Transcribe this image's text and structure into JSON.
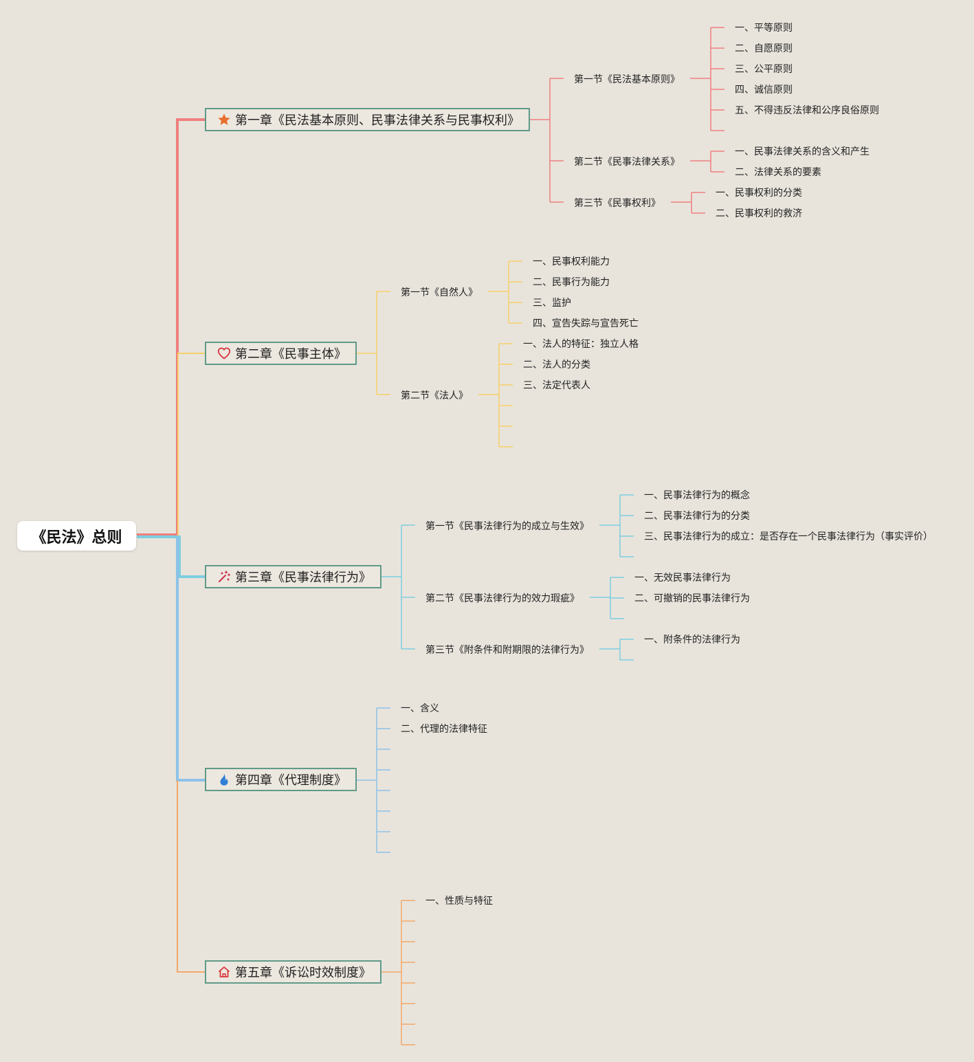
{
  "root": {
    "title": "《民法》总则"
  },
  "chapters": [
    {
      "title": "第一章《民法基本原则、民事法律关系与民事权利》",
      "icon": "star-icon",
      "color": "#ef7f7f",
      "sections": [
        {
          "title": "第一节《民法基本原则》",
          "items": [
            "一、平等原则",
            "二、自愿原则",
            "三、公平原则",
            "四、诚信原则",
            "五、不得违反法律和公序良俗原则",
            ""
          ]
        },
        {
          "title": "第二节《民事法律关系》",
          "items": [
            "一、民事法律关系的含义和产生",
            "二、法律关系的要素"
          ]
        },
        {
          "title": "第三节《民事权利》",
          "items": [
            "一、民事权利的分类",
            "二、民事权利的救济"
          ]
        }
      ]
    },
    {
      "title": "第二章《民事主体》",
      "icon": "heart-icon",
      "color": "#f7cf6a",
      "sections": [
        {
          "title": "第一节《自然人》",
          "items": [
            "一、民事权利能力",
            "二、民事行为能力",
            "三、监护",
            "四、宣告失踪与宣告死亡"
          ]
        },
        {
          "title": "第二节《法人》",
          "items": [
            "一、法人的特征：独立人格",
            "二、法人的分类",
            "三、法定代表人",
            "",
            "",
            ""
          ]
        }
      ]
    },
    {
      "title": "第三章《民事法律行为》",
      "icon": "magic-wand-icon",
      "color": "#7fcde0",
      "sections": [
        {
          "title": "第一节《民事法律行为的成立与生效》",
          "items": [
            "一、民事法律行为的概念",
            "二、民事法律行为的分类",
            "三、民事法律行为的成立：是否存在一个民事法律行为（事实评价）",
            ""
          ]
        },
        {
          "title": "第二节《民事法律行为的效力瑕疵》",
          "items": [
            "一、无效民事法律行为",
            "二、可撤销的民事法律行为",
            ""
          ]
        },
        {
          "title": "第三节《附条件和附期限的法律行为》",
          "items": [
            "一、附条件的法律行为",
            ""
          ]
        }
      ]
    },
    {
      "title": "第四章《代理制度》",
      "icon": "fire-icon",
      "color": "#8ec2e8",
      "items": [
        "一、含义",
        "二、代理的法律特征",
        "",
        "",
        "",
        "",
        "",
        ""
      ]
    },
    {
      "title": "第五章《诉讼时效制度》",
      "icon": "home-icon",
      "color": "#f2a86a",
      "items": [
        "一、性质与特征",
        "",
        "",
        "",
        "",
        "",
        "",
        ""
      ]
    }
  ]
}
